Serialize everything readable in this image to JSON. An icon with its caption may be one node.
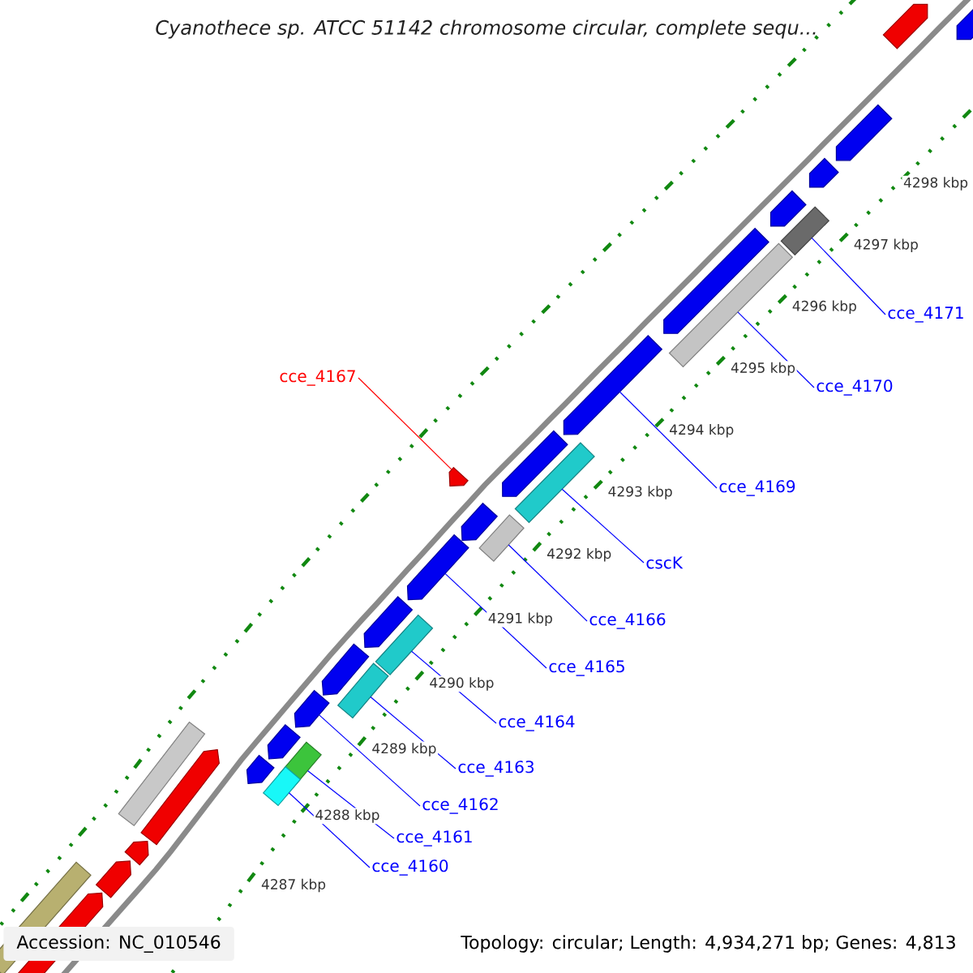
{
  "diagram": {
    "title": "Cyanothece sp. ATCC 51142 chromosome circular, complete sequ...",
    "nodes": [
      {
        "text": [
          "cce_4167"
        ]
      },
      {
        "text": [
          "cce_4171"
        ]
      },
      {
        "text": [
          "cce_4170"
        ]
      },
      {
        "text": [
          "cce_4169"
        ]
      },
      {
        "text": [
          "cscK"
        ]
      },
      {
        "text": [
          "cce_4166"
        ]
      },
      {
        "text": [
          "cce_4165"
        ]
      },
      {
        "text": [
          "cce_4164"
        ]
      },
      {
        "text": [
          "cce_4163"
        ]
      },
      {
        "text": [
          "cce_4162"
        ]
      },
      {
        "text": [
          "cce_4161"
        ]
      },
      {
        "text": [
          "cce_4160"
        ]
      },
      {
        "text": [],
        "shape": "arrow"
      },
      {
        "text": [],
        "shape": "arrow"
      },
      {
        "text": [],
        "shape": "arrow"
      },
      {
        "text": [],
        "shape": "arrow"
      },
      {
        "text": [],
        "shape": "arrow"
      },
      {
        "text": [],
        "shape": "bar"
      },
      {
        "text": [],
        "shape": "arrow"
      },
      {
        "text": [],
        "shape": "bar"
      },
      {
        "text": [],
        "shape": "arrow"
      },
      {
        "text": [],
        "shape": "arrow"
      },
      {
        "text": [],
        "shape": "bar"
      },
      {
        "text": [],
        "shape": "arrow"
      },
      {
        "text": [],
        "shape": "arrow"
      },
      {
        "text": [],
        "shape": "bar"
      },
      {
        "text": [],
        "shape": "arrow"
      },
      {
        "text": [],
        "shape": "bar"
      },
      {
        "text": [],
        "shape": "arrow"
      },
      {
        "text": [],
        "shape": "bar"
      },
      {
        "text": [],
        "shape": "arrow"
      },
      {
        "text": [],
        "shape": "arrow"
      },
      {
        "text": [],
        "shape": "bar"
      },
      {
        "text": [],
        "shape": "arrow"
      },
      {
        "text": [],
        "shape": "arrow"
      },
      {
        "text": [],
        "shape": "bar"
      },
      {
        "text": [],
        "shape": "bar"
      },
      {
        "text": [],
        "shape": "arrow"
      },
      {
        "text": [],
        "shape": "arrow"
      },
      {
        "text": [],
        "shape": "arrow"
      },
      {
        "text": [],
        "shape": "arrow"
      },
      {
        "text": [],
        "shape": "bar"
      }
    ],
    "edges": [
      {
        "from": 0,
        "to": 23,
        "arrow": "none",
        "color": "#ff0000"
      },
      {
        "from": 1,
        "to": 17,
        "arrow": "none"
      },
      {
        "from": 2,
        "to": 19,
        "arrow": "none"
      },
      {
        "from": 3,
        "to": 20,
        "arrow": "none"
      },
      {
        "from": 4,
        "to": 22,
        "arrow": "none"
      },
      {
        "from": 5,
        "to": 25,
        "arrow": "none"
      },
      {
        "from": 6,
        "to": 26,
        "arrow": "none"
      },
      {
        "from": 7,
        "to": 27,
        "arrow": "none"
      },
      {
        "from": 8,
        "to": 29,
        "arrow": "none"
      },
      {
        "from": 9,
        "to": 31,
        "arrow": "none"
      },
      {
        "from": 10,
        "to": 32,
        "arrow": "none"
      },
      {
        "from": 11,
        "to": 35,
        "arrow": "none"
      }
    ],
    "labels": [
      "4298 kbp",
      "4297 kbp",
      "4296 kbp",
      "4295 kbp",
      "4294 kbp",
      "4293 kbp",
      "4292 kbp",
      "4291 kbp",
      "4290 kbp",
      "4289 kbp",
      "4288 kbp",
      "4287 kbp",
      "Accession: NC_010546",
      "Topology: circular; Length: 4,934,271 bp; Genes: 4,813"
    ]
  }
}
